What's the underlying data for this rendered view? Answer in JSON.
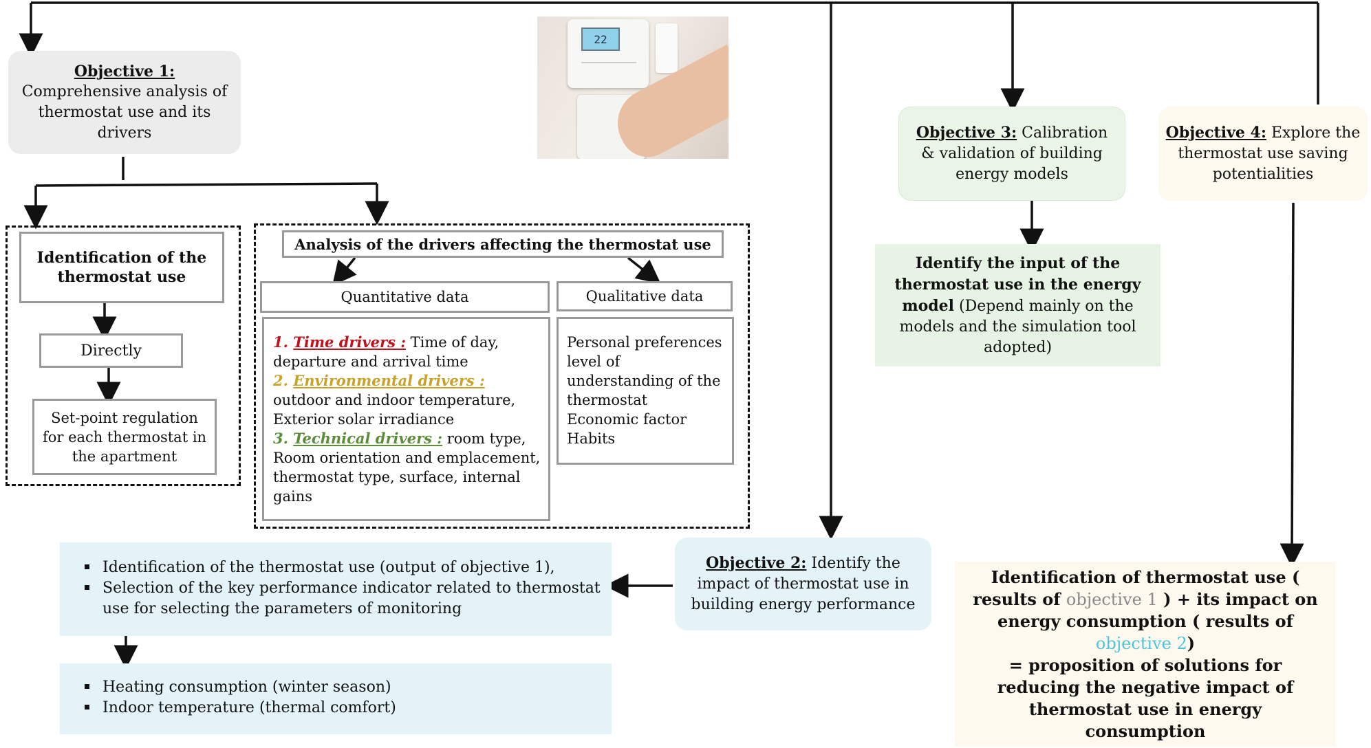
{
  "objective1": {
    "title": "Objective 1:",
    "text": "Comprehensive analysis of thermostat use and its drivers"
  },
  "objective2": {
    "title": "Objective 2:",
    "text": " Identify the impact of thermostat use  in building energy performance"
  },
  "objective3": {
    "title": "Objective 3:",
    "text": " Calibration & validation of building energy models"
  },
  "objective4": {
    "title": "Objective 4:",
    "text": " Explore the thermostat use saving potentialities"
  },
  "left_branch": {
    "identification": "Identification of the thermostat use",
    "directly": "Directly",
    "setpoint": "Set-point regulation for each thermostat in the apartment"
  },
  "drivers_branch": {
    "title": "Analysis of the drivers affecting the thermostat use",
    "quantitative_label": "Quantitative data",
    "qualitative_label": "Qualitative data",
    "quantitative": [
      {
        "num": "1. ",
        "label": "Time drivers :",
        "text": " Time of day, departure and arrival time",
        "color": "#c0121c"
      },
      {
        "num": "2. ",
        "label": "Environmental drivers :",
        "text": " outdoor and indoor temperature, Exterior solar irradiance",
        "color": "#c9a227"
      },
      {
        "num": "3. ",
        "label": "Technical drivers :",
        "text": " room type, Room orientation and emplacement, thermostat type, surface, internal gains",
        "color": "#5b8c3a"
      }
    ],
    "qualitative": [
      "Personal preferences",
      "level of understanding of the thermostat",
      "Economic factor",
      "Habits"
    ]
  },
  "objective3_result": {
    "bold": "Identify the input of the thermostat use in the energy model",
    "text": " (Depend mainly on the models and the simulation tool adopted)"
  },
  "objective2_output": {
    "items": [
      "Identification of the thermostat use (output of objective 1),",
      "Selection of the key performance indicator related to thermostat use for selecting the parameters of monitoring"
    ],
    "kpis": [
      "Heating consumption (winter season)",
      "Indoor temperature (thermal comfort)"
    ]
  },
  "objective4_result": {
    "part1": "Identification of thermostat use ( results of ",
    "ref1": "objective 1",
    "part2": " ) + its impact on energy consumption ( results of ",
    "ref2": "objective 2",
    "part3": ")",
    "part4": "= proposition of solutions for reducing the negative impact of thermostat use in energy consumption",
    "ref1_color": "#8a8a8a",
    "ref2_color": "#4fc3dc"
  },
  "thermostat_photo": {
    "display": "22"
  },
  "colors": {
    "objective1_bg": "#ececec",
    "objective2_bg": "#e3f3f8",
    "objective3_bg": "#eaf5e7",
    "objective4_bg": "#fdf9ef",
    "result3_bg": "#e7f3e4",
    "output_bg": "#e3f3f8",
    "result4_bg": "#fdf9ef"
  }
}
